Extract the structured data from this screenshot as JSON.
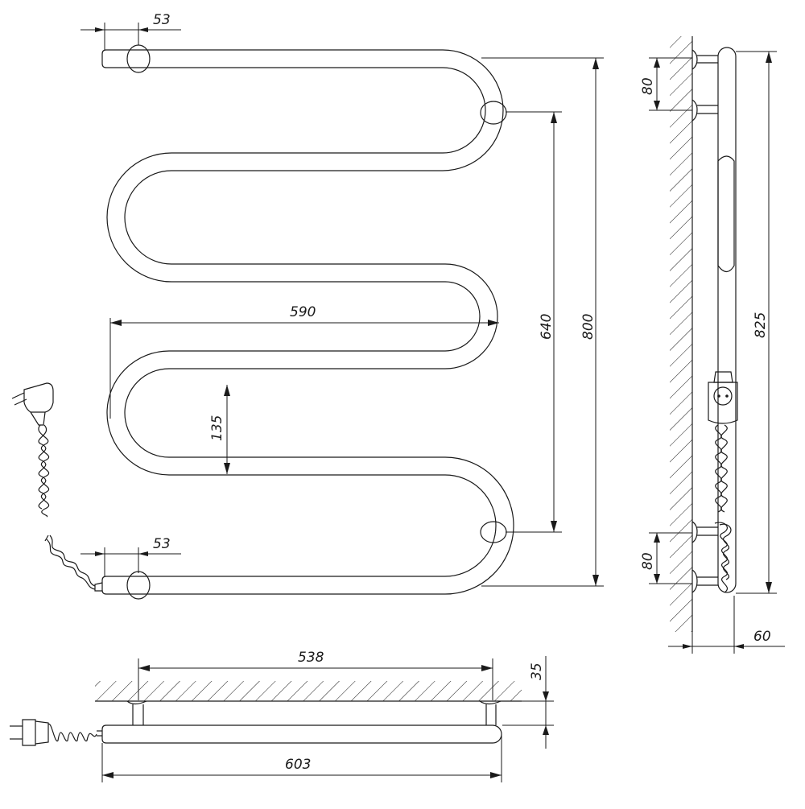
{
  "dimensions": {
    "top_offset": "53",
    "bottom_offset": "53",
    "width_590": "590",
    "gap_135": "135",
    "mount_640": "640",
    "height_800": "800",
    "side_top_80": "80",
    "side_bottom_80": "80",
    "side_825": "825",
    "side_depth_60": "60",
    "bottom_538": "538",
    "bottom_35": "35",
    "bottom_603": "603"
  },
  "colors": {
    "line": "#1a1a1a",
    "background": "#ffffff"
  }
}
